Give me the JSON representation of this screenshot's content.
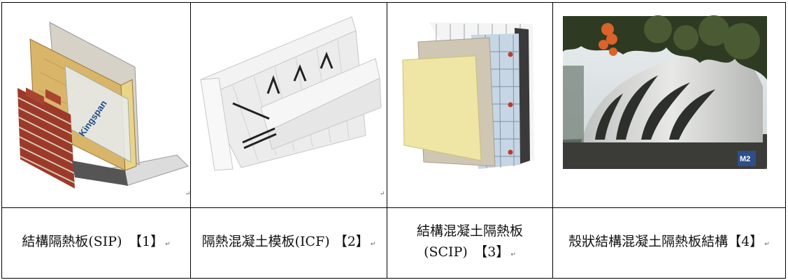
{
  "captions": [
    {
      "line1": "結構隔熱板(SIP)　【1】",
      "line2": ""
    },
    {
      "line1": "隔熱混凝土模板(ICF) 【2】",
      "line2": ""
    },
    {
      "line1": "結構混凝土隔熱板",
      "line2": "(SCIP)　【3】"
    },
    {
      "line1": "殼狀結構混凝土隔熱板結構【4】",
      "line2": ""
    }
  ],
  "return_mark": "↵",
  "image1": {
    "brand_text": "Kingspan",
    "depicts": "SIP wall section with brick veneer"
  },
  "image2": {
    "depicts": "insulated concrete form corner block"
  },
  "image3": {
    "depicts": "structural concrete insulated panel layers"
  },
  "image4": {
    "logo_text": "M2",
    "depicts": "shell-shaped concrete building"
  },
  "colors": {
    "border": "#000000",
    "brick": "#9c3a2a",
    "osb": "#d9b56a",
    "foam": "#f1f1f1",
    "plaster": "#efe5a4"
  }
}
